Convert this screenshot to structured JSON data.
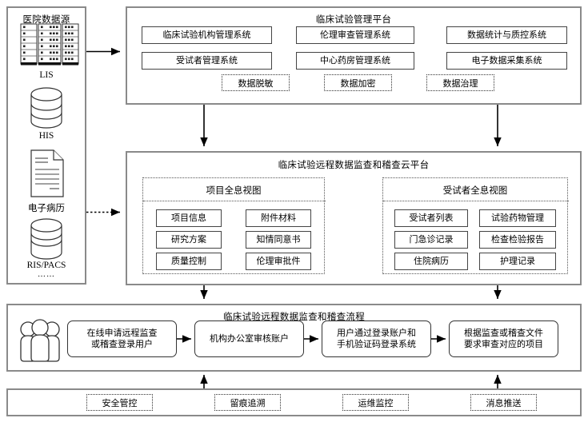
{
  "sources": {
    "title": "医院数据源",
    "ellipsis": "……",
    "items": [
      {
        "label": "LIS",
        "icon": "server-rack-icon"
      },
      {
        "label": "HIS",
        "icon": "database-cylinder-icon"
      },
      {
        "label": "电子病历",
        "icon": "document-icon"
      },
      {
        "label": "RIS/PACS",
        "icon": "database-cylinder-icon"
      }
    ]
  },
  "management_platform": {
    "title": "临床试验管理平台",
    "modules": [
      "临床试验机构管理系统",
      "伦理审查管理系统",
      "数据统计与质控系统",
      "受试者管理系统",
      "中心药房管理系统",
      "电子数据采集系统"
    ],
    "tags": [
      "数据脱敏",
      "数据加密",
      "数据治理"
    ]
  },
  "cloud_platform": {
    "title": "临床试验远程数据监查和稽查云平台",
    "views": [
      {
        "title": "项目全息视图",
        "items": [
          "项目信息",
          "附件材料",
          "研究方案",
          "知情同意书",
          "质量控制",
          "伦理审批件"
        ]
      },
      {
        "title": "受试者全息视图",
        "items": [
          "受试者列表",
          "试验药物管理",
          "门急诊记录",
          "检查检验报告",
          "住院病历",
          "护理记录"
        ]
      }
    ]
  },
  "process": {
    "title": "临床试验远程数据监查和稽查流程",
    "actor_icon": "users-group-icon",
    "steps": [
      "在线申请远程监查\n或稽查登录用户",
      "机构办公室审核账户",
      "用户通过登录账户和\n手机验证码登录系统",
      "根据监查或稽查文件\n要求审查对应的项目"
    ]
  },
  "support_services": {
    "tags": [
      "安全管控",
      "留痕追溯",
      "运维监控",
      "消息推送"
    ]
  },
  "colors": {
    "panel_border": "#8a8a8a",
    "box_border": "#444444",
    "dotted_border": "#333333",
    "arrow": "#000000",
    "background": "#ffffff"
  }
}
